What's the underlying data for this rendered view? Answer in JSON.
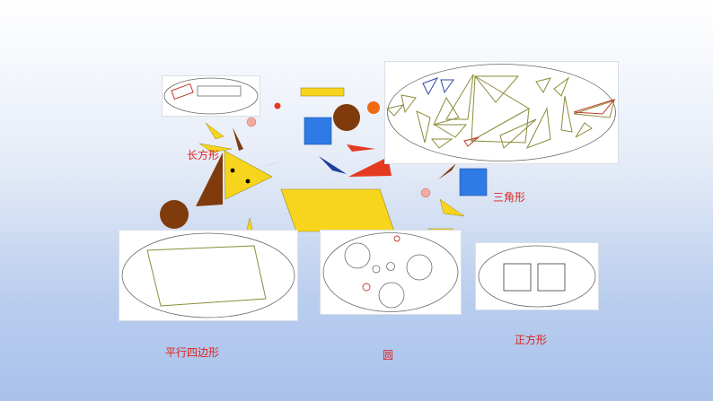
{
  "labels": {
    "rectangle": "长方形",
    "triangle": "三角形",
    "parallelogram": "平行四边形",
    "circle": "圆",
    "square": "正方形"
  },
  "colors": {
    "yellow": "#f7d51d",
    "brown": "#7f3b0c",
    "blue": "#2f7ae5",
    "orange": "#f06a13",
    "red": "#e53a22",
    "pink": "#f5a9a0",
    "darkblue": "#1f3f9a",
    "label_red": "#e0211d",
    "outline_olive": "#8b8b3a"
  }
}
